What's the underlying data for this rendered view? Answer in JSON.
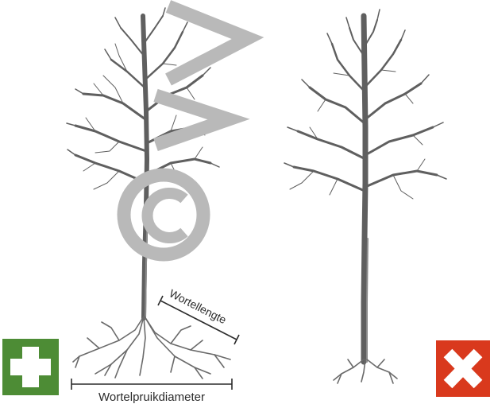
{
  "labels": {
    "root_length": "Wortellengte",
    "root_diameter": "Wortelpruikdiameter"
  },
  "watermark": {
    "kind": "copyright-mark",
    "color": "#b9b9b9"
  },
  "icons": {
    "good": {
      "name": "plus-icon",
      "color": "#4d8c35"
    },
    "bad": {
      "name": "cross-icon",
      "color": "#d9391d"
    }
  },
  "colors": {
    "tree": "#5f5f5f",
    "tree_light": "#8a8a8a"
  }
}
